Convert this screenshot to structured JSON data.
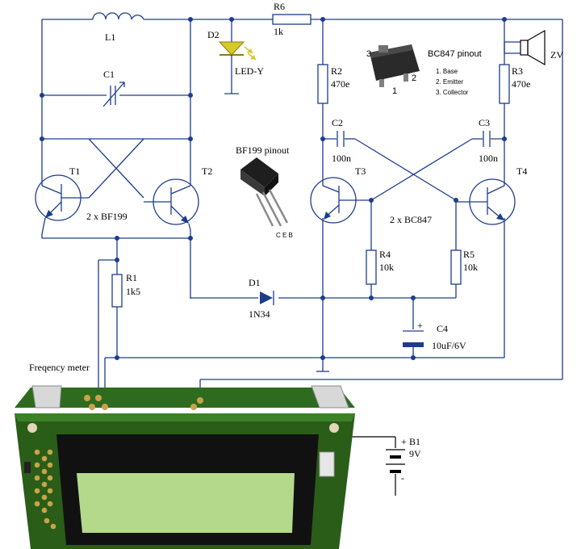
{
  "components": {
    "l1": {
      "ref": "L1"
    },
    "c1": {
      "ref": "C1"
    },
    "t1": {
      "ref": "T1"
    },
    "t2": {
      "ref": "T2"
    },
    "t_pair": {
      "value": "2 x BF199"
    },
    "d2": {
      "ref": "D2",
      "value": "LED-Y"
    },
    "r6": {
      "ref": "R6",
      "value": "1k"
    },
    "r2": {
      "ref": "R2",
      "value": "470e"
    },
    "r3": {
      "ref": "R3",
      "value": "470e"
    },
    "c2": {
      "ref": "C2",
      "value": "100n"
    },
    "c3": {
      "ref": "C3",
      "value": "100n"
    },
    "t3": {
      "ref": "T3"
    },
    "t4": {
      "ref": "T4"
    },
    "bc_pair": {
      "value": "2 x BC847"
    },
    "r4": {
      "ref": "R4",
      "value": "10k"
    },
    "r5": {
      "ref": "R5",
      "value": "10k"
    },
    "r1": {
      "ref": "R1",
      "value": "1k5"
    },
    "d1": {
      "ref": "D1",
      "value": "1N34"
    },
    "c4": {
      "ref": "C4",
      "value": "10uF/6V"
    },
    "zv": {
      "ref": "ZV"
    },
    "b1": {
      "ref": "B1",
      "value": "9V",
      "plus": "+",
      "minus": "-"
    }
  },
  "bf199": {
    "title": "BF199 pinout",
    "pins": "C E B"
  },
  "bc847": {
    "title": "BC847 pinout",
    "pin_numbers": [
      "3",
      "2",
      "1"
    ],
    "legend": [
      "1. Base",
      "2. Emitter",
      "3. Collector"
    ]
  },
  "meter": {
    "label": "Freqency meter"
  },
  "colors": {
    "wire": "#1d3d8c",
    "pcb": "#2f6b1e",
    "lcd": "#b4d98a",
    "led": "#d6c92a"
  }
}
